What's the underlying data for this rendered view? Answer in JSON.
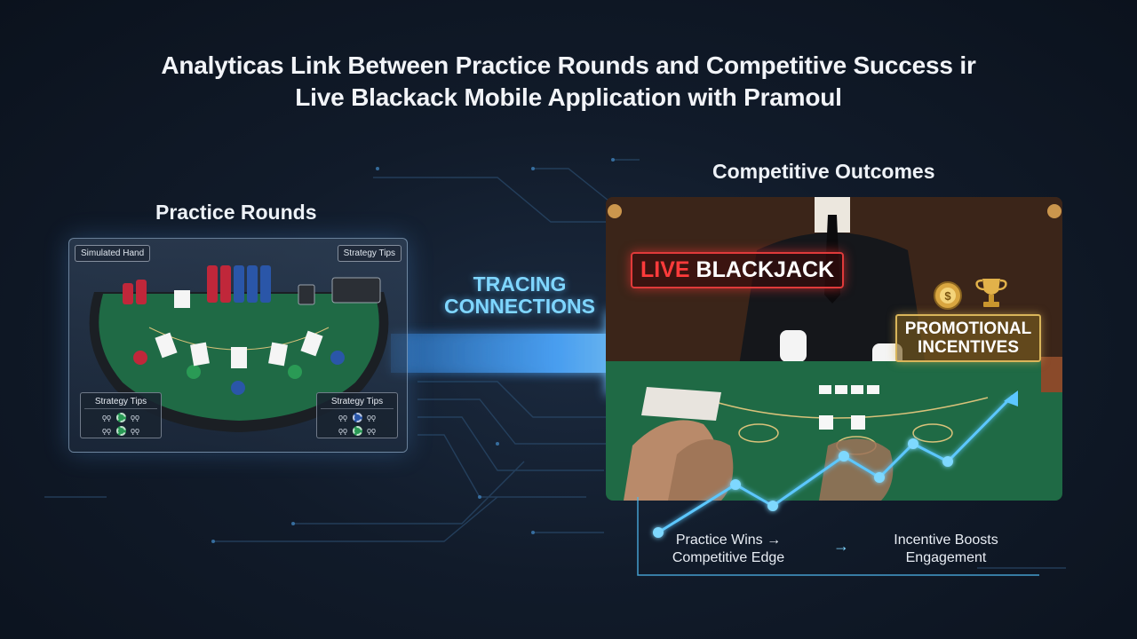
{
  "title": {
    "line1": "Analyticas Link Between Practice Rounds and Competitive Success ir",
    "line2": "Live Blackack Mobile Application with Pramoul"
  },
  "practice": {
    "label": "Practice Rounds",
    "simulated_tag": "Simulated Hand",
    "strategy_tag_top": "Strategy Tips",
    "tips_left": {
      "title": "Strategy Tips",
      "row1": "ǫǫ",
      "row1b": "ǫǫ",
      "row2": "ǫǫ",
      "row2b": "ǫǫ"
    },
    "tips_right": {
      "title": "Strategy Tips",
      "row1": "ǫǫ",
      "row1b": "ǫǫ",
      "row2": "ǫǫ",
      "row2b": "ǫǫ"
    }
  },
  "connector": {
    "line1": "TRACING",
    "line2": "CONNECTIONS"
  },
  "competitive": {
    "label": "Competitive Outcomes",
    "live_word": "LIVE",
    "blackjack_word": " BLACKJACK",
    "promo_line1": "PROMOTIONAL",
    "promo_line2": "INCENTIVES"
  },
  "flow": {
    "left_line1": "Practice Wins →",
    "left_line2": "Competitive Edge",
    "arrow": "→",
    "right_line1": "Incentive Boosts",
    "right_line2": "Engagement"
  },
  "colors": {
    "accent": "#7fd6ff",
    "live_red": "#e03a3a",
    "promo_gold": "#d9b55a",
    "felt_green": "#1f6a45"
  },
  "icons": [
    "coin-icon",
    "trophy-icon",
    "arrow-icon"
  ]
}
